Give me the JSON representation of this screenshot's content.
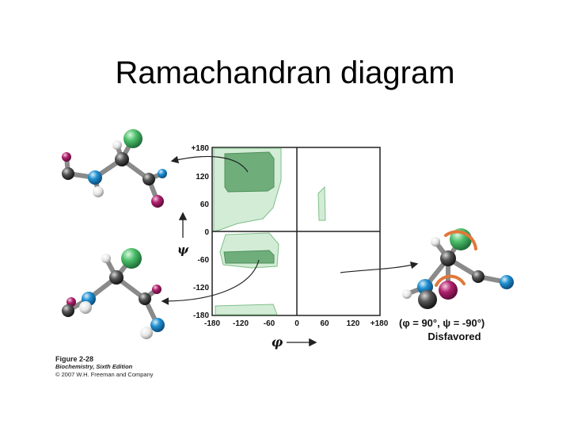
{
  "title": "Ramachandran diagram",
  "axes": {
    "psi_symbol": "ψ",
    "phi_symbol": "φ",
    "psi_ticks": [
      "+180",
      "120",
      "60",
      "0",
      "-60",
      "-120",
      "-180"
    ],
    "phi_ticks": [
      "-180",
      "-120",
      "-60",
      "0",
      "60",
      "120",
      "+180"
    ]
  },
  "annotation": {
    "angles": "(φ = 90°, ψ = -90°)",
    "label": "Disfavored"
  },
  "caption": {
    "figure": "Figure 2-28",
    "book": "Biochemistry, Sixth Edition",
    "copyright": "© 2007 W.H. Freeman and Company"
  },
  "colors": {
    "allowed_region": "#d3ecd6",
    "favored_region": "#6fae7b",
    "atom_green": "#4cbf6a",
    "atom_blue": "#1f8fd0",
    "atom_magenta": "#b0206e",
    "atom_gray": "#404040"
  }
}
